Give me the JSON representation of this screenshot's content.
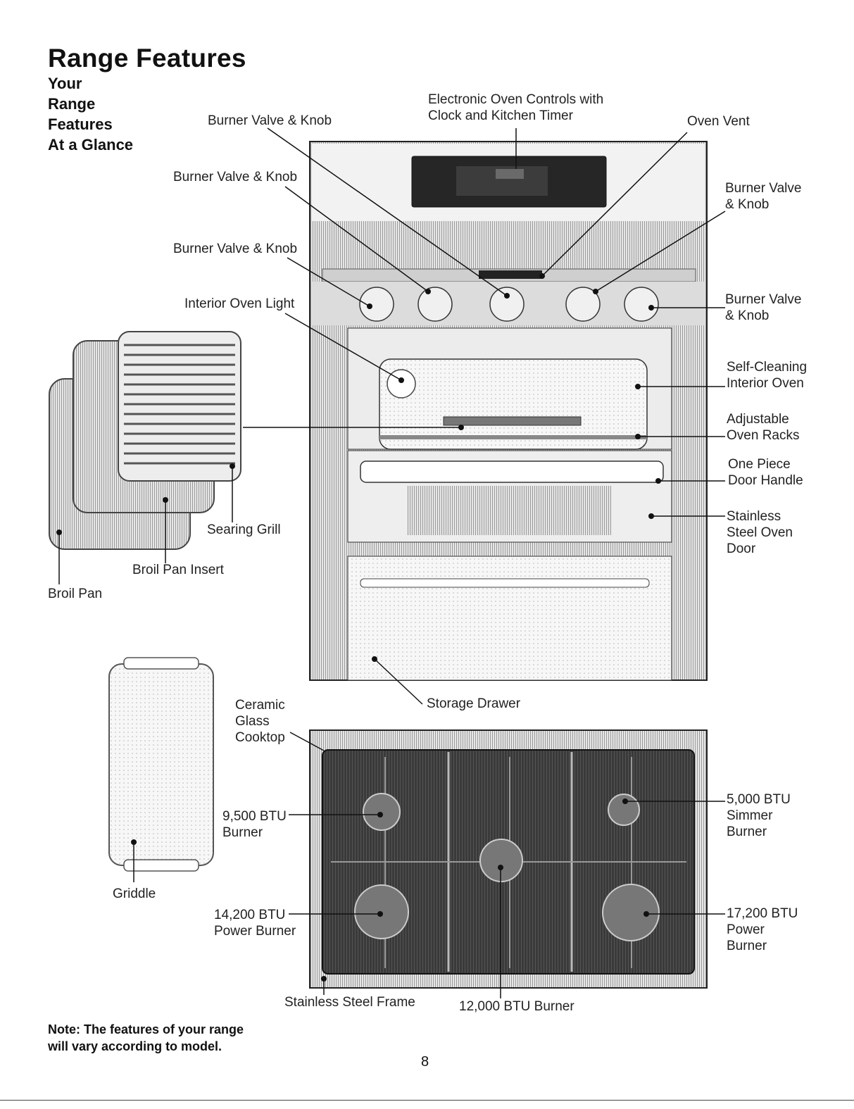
{
  "page": {
    "title": "Range Features",
    "subtitle_lines": [
      "Your",
      "Range",
      "Features",
      "At a Glance"
    ],
    "note_lines": [
      "Note: The features of your range",
      "will vary according to model."
    ],
    "page_number": "8"
  },
  "labels": {
    "burner_valve_knob_top": "Burner Valve & Knob",
    "electronic_controls": [
      "Electronic Oven Controls with",
      "Clock and Kitchen Timer"
    ],
    "oven_vent": "Oven Vent",
    "burner_valve_knob_2": "Burner Valve & Knob",
    "burner_valve_knob_3": "Burner Valve & Knob",
    "burner_valve_knob_right_1": [
      "Burner Valve",
      "& Knob"
    ],
    "burner_valve_knob_right_2": [
      "Burner Valve",
      "& Knob"
    ],
    "interior_oven_light": "Interior Oven Light",
    "self_cleaning_oven": [
      "Self-Cleaning",
      "Interior Oven"
    ],
    "adjustable_racks": [
      "Adjustable",
      "Oven Racks"
    ],
    "door_handle": [
      "One Piece",
      "Door Handle"
    ],
    "oven_door": [
      "Stainless",
      "Steel Oven",
      "Door"
    ],
    "searing_grill": "Searing Grill",
    "broil_pan_insert": "Broil Pan Insert",
    "broil_pan": "Broil Pan",
    "storage_drawer": "Storage Drawer",
    "ceramic_cooktop": [
      "Ceramic",
      "Glass",
      "Cooktop"
    ],
    "burner_9500": [
      "9,500 BTU",
      "Burner"
    ],
    "burner_14200": [
      "14,200 BTU",
      "Power Burner"
    ],
    "burner_5000": [
      "5,000 BTU",
      "Simmer",
      "Burner"
    ],
    "burner_17200": [
      "17,200 BTU",
      "Power",
      "Burner"
    ],
    "griddle": "Griddle",
    "stainless_frame": "Stainless Steel Frame",
    "burner_12000": "12,000 BTU Burner"
  }
}
